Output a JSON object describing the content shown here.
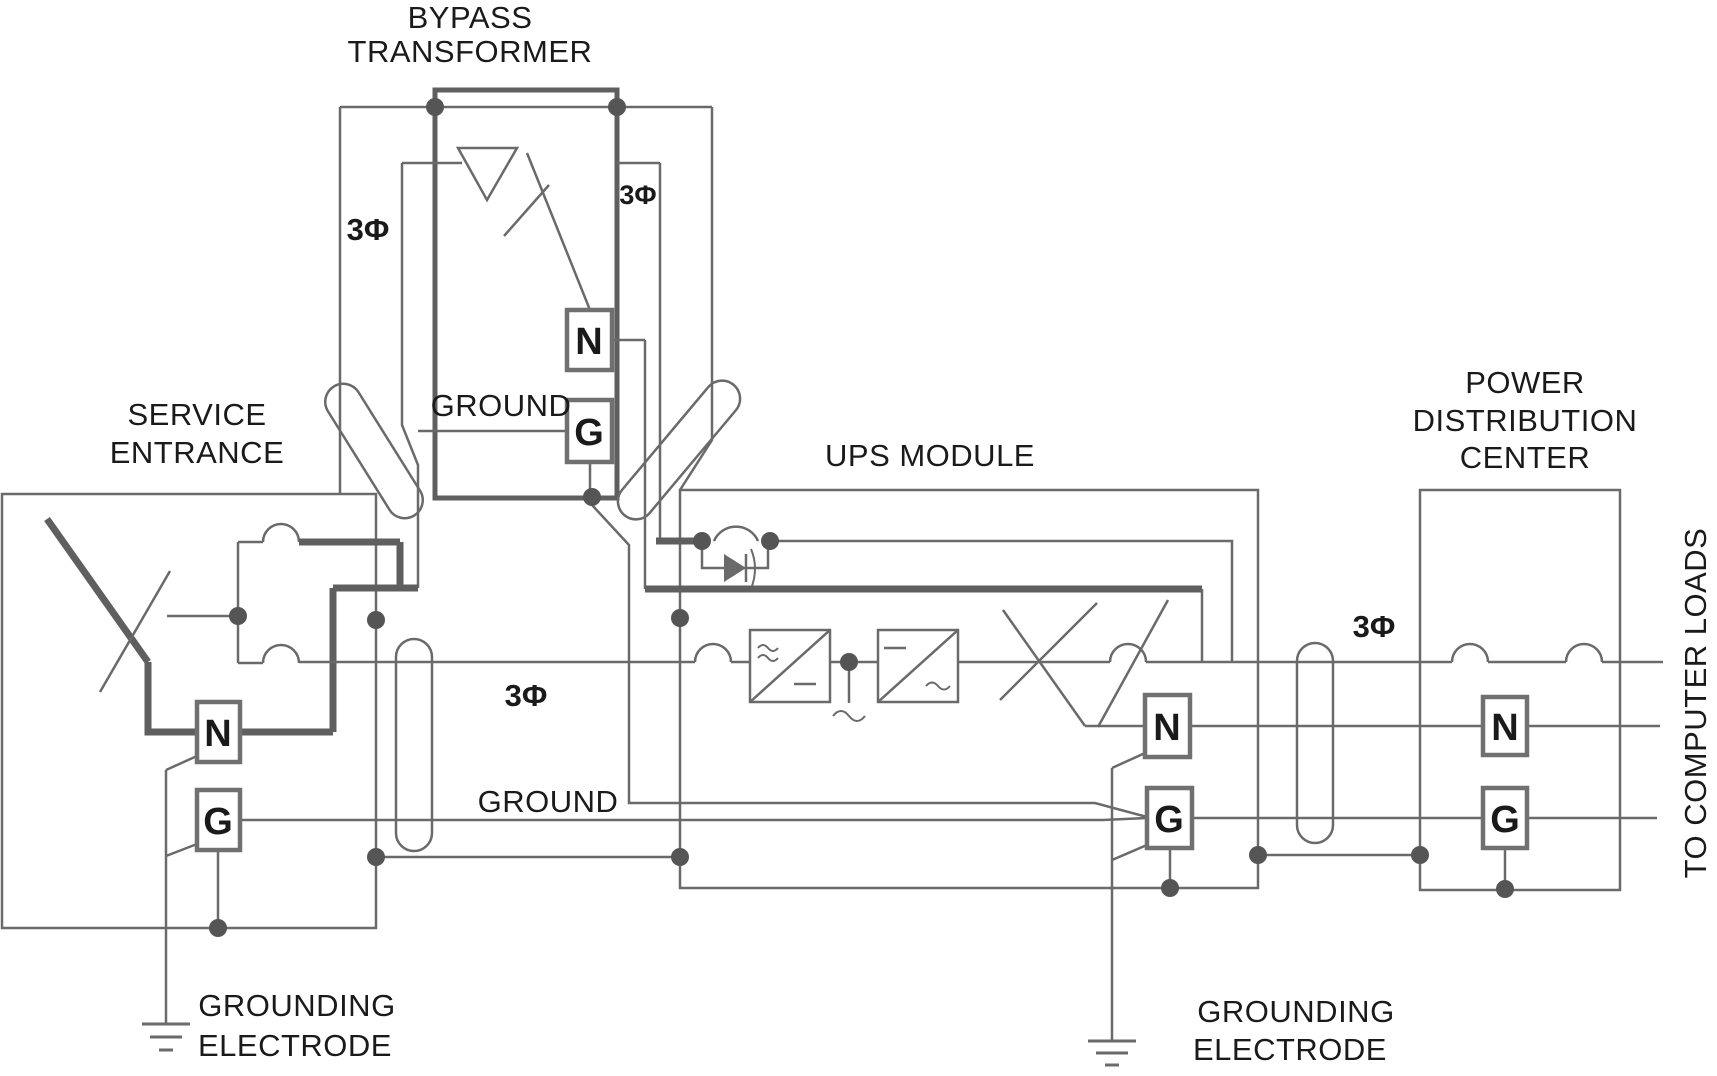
{
  "labels": {
    "bypass_line1": "BYPASS",
    "bypass_line2": "TRANSFORMER",
    "service_line1": "SERVICE",
    "service_line2": "ENTRANCE",
    "ups": "UPS MODULE",
    "pdc_line1": "POWER",
    "pdc_line2": "DISTRIBUTION",
    "pdc_line3": "CENTER",
    "ground_bypass": "GROUND",
    "ground_main": "GROUND",
    "grounding_left_line1": "GROUNDING",
    "grounding_left_line2": "ELECTRODE",
    "grounding_right_line1": "GROUNDING",
    "grounding_right_line2": "ELECTRODE",
    "to_computer_loads": "TO COMPUTER LOADS",
    "phase_bypass_left": "3Φ",
    "phase_bypass_right": "3Φ",
    "phase_main": "3Φ",
    "phase_output": "3Φ",
    "neutral": "N",
    "ground_terminal": "G"
  },
  "colors": {
    "wire": "#6a6a6a",
    "bold_wire": "#5f5f5f",
    "junction_dot": "#555555",
    "text": "#1a1a1a",
    "background": "#ffffff"
  }
}
